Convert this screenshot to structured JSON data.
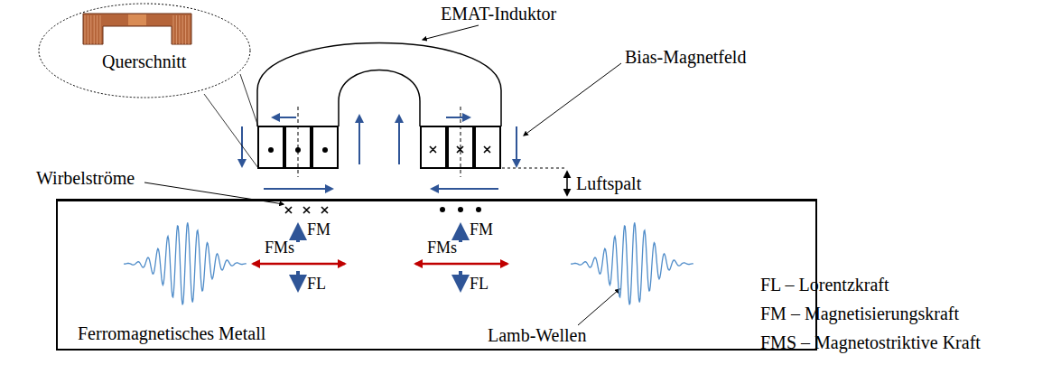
{
  "diagram": {
    "nodes": [
      {
        "text": [
          "Querschnitt"
        ]
      },
      {
        "text": [
          "Ferromagnetisches Metall"
        ]
      }
    ],
    "labels": [
      "EMAT-Induktor",
      "Bias-Magnetfeld",
      "Wirbelströme",
      "Luftspalt",
      "FM",
      "FMs",
      "FL",
      "FM",
      "FMs",
      "FL",
      "Lamb-Wellen"
    ],
    "legend": [
      {
        "text": "FL – Lorentzkraft"
      },
      {
        "text": "FM – Magnetisierungskraft"
      },
      {
        "text": "FMS – Magnetostriktive Kraft"
      }
    ]
  }
}
